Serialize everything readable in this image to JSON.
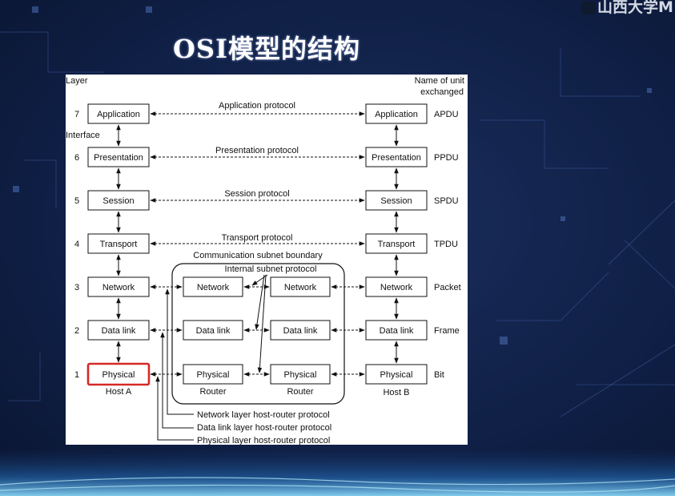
{
  "slide": {
    "title": "OSI模型的结构",
    "corner_text": "山西大学M"
  },
  "diagram": {
    "layer_header": "Layer",
    "unit_header": [
      "Name of unit",
      "exchanged"
    ],
    "interface_label": "Interface",
    "layers": [
      {
        "num": "7",
        "name": "Application",
        "protocol": "Application protocol",
        "unit": "APDU"
      },
      {
        "num": "6",
        "name": "Presentation",
        "protocol": "Presentation protocol",
        "unit": "PPDU"
      },
      {
        "num": "5",
        "name": "Session",
        "protocol": "Session protocol",
        "unit": "SPDU"
      },
      {
        "num": "4",
        "name": "Transport",
        "protocol": "Transport protocol",
        "unit": "TPDU"
      },
      {
        "num": "3",
        "name": "Network",
        "unit": "Packet"
      },
      {
        "num": "2",
        "name": "Data link",
        "unit": "Frame"
      },
      {
        "num": "1",
        "name": "Physical",
        "unit": "Bit"
      }
    ],
    "subnet_boundary_label": "Communication subnet boundary",
    "internal_protocol_label": "Internal subnet protocol",
    "router_label": "Router",
    "host_a_label": "Host A",
    "host_b_label": "Host B",
    "host_router_protocols": [
      "Network layer host-router protocol",
      "Data link layer host-router protocol",
      "Physical layer host-router protocol"
    ],
    "highlight_color": "#d62828"
  }
}
